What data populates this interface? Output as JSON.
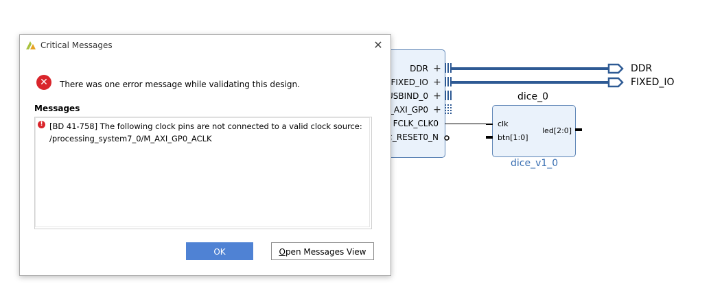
{
  "dialog": {
    "title": "Critical Messages",
    "close_icon": "close-icon",
    "summary": "There was one error message while validating this design.",
    "messages_heading": "Messages",
    "messages": [
      {
        "line1": "[BD 41-758] The following clock pins are not connected to a valid clock source:",
        "line2": "/processing_system7_0/M_AXI_GP0_ACLK"
      }
    ],
    "ok_label": "OK",
    "open_view_first": "O",
    "open_view_rest": "pen Messages View"
  },
  "canvas": {
    "ps_ports": [
      "DDR",
      "FIXED_IO",
      "USBIND_0",
      "_AXI_GP0",
      "FCLK_CLK0",
      "<_RESET0_N"
    ],
    "external_ports": [
      "DDR",
      "FIXED_IO"
    ],
    "dice_block": {
      "instance_name": "dice_0",
      "module_name": "dice_v1_0",
      "inputs": [
        "clk",
        "btn[1:0]"
      ],
      "outputs": [
        "led[2:0]"
      ]
    }
  },
  "colors": {
    "bus": "#2e5a94",
    "block_fill": "#eaf2fb",
    "ok_button": "#4f82d4",
    "error": "#d9252b"
  }
}
